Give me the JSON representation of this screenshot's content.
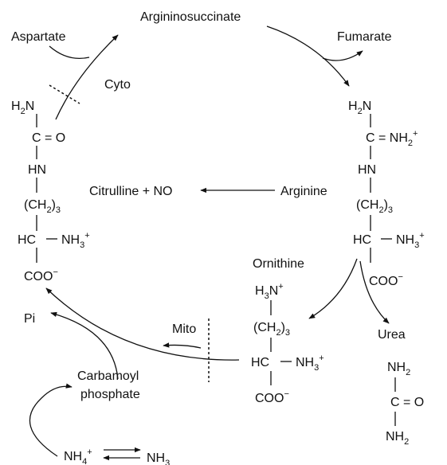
{
  "metabolites": {
    "aspartate": "Aspartate",
    "argininosuccinate": "Argininosuccinate",
    "fumarate": "Fumarate",
    "cyto": "Cyto",
    "arginine": "Arginine",
    "citrulline_no": "Citrulline + NO",
    "ornithine": "Ornithine",
    "urea": "Urea",
    "pi": "Pi",
    "mito": "Mito",
    "carbamoyl_line1": "Carbamoyl",
    "carbamoyl_line2": "phosphate"
  },
  "citrulline_structure": {
    "h2n": "H",
    "h2n_sub": "2",
    "h2n_tail": "N",
    "c_o": "C = O",
    "hn": "HN",
    "ch2_open": "(CH",
    "ch2_sub": "2",
    "ch2_close": ")",
    "ch2_count": "3",
    "hc": "HC",
    "nh3": "NH",
    "nh3_sub": "3",
    "nh3_sup": "+",
    "coo": "COO",
    "coo_sup": "−"
  },
  "arginine_structure": {
    "h2n": "H",
    "h2n_sub": "2",
    "h2n_tail": "N",
    "c_nh2": "C = NH",
    "c_nh2_sub": "2",
    "c_nh2_sup": "+",
    "hn": "HN",
    "ch2_open": "(CH",
    "ch2_sub": "2",
    "ch2_close": ")",
    "ch2_count": "3",
    "hc": "HC",
    "nh3": "NH",
    "nh3_sub": "3",
    "nh3_sup": "+",
    "coo": "COO",
    "coo_sup": "−"
  },
  "ornithine_structure": {
    "h3n": "H",
    "h3n_sub": "3",
    "h3n_tail": "N",
    "h3n_sup": "+",
    "ch2_open": "(CH",
    "ch2_sub": "2",
    "ch2_close": ")",
    "ch2_count": "3",
    "hc": "HC",
    "nh3": "NH",
    "nh3_sub": "3",
    "nh3_sup": "+",
    "coo": "COO",
    "coo_sup": "−"
  },
  "urea_structure": {
    "nh2_top": "NH",
    "nh2_top_sub": "2",
    "c_o": "C = O",
    "nh2_bottom": "NH",
    "nh2_bottom_sub": "2"
  },
  "ammonia": {
    "nh4": "NH",
    "nh4_sub": "4",
    "nh4_sup": "+",
    "nh3": "NH",
    "nh3_sub": "3"
  }
}
